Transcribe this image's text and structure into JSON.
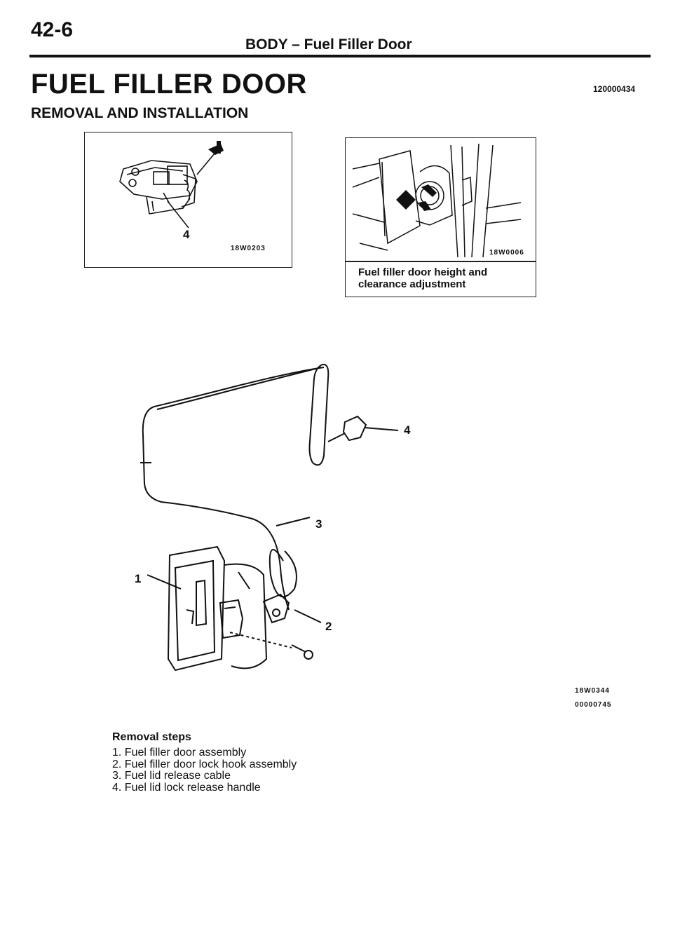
{
  "header": {
    "page_number": "42-6",
    "title": "BODY – Fuel Filler Door"
  },
  "section": {
    "title": "FUEL FILLER DOOR",
    "doc_code": "120000434",
    "subtitle": "REMOVAL AND INSTALLATION"
  },
  "figures": {
    "left": {
      "code": "18W0203",
      "callout": "4"
    },
    "right": {
      "code": "18W0006",
      "caption_line1": "Fuel filler door height and",
      "caption_line2": "clearance adjustment"
    },
    "main": {
      "code1": "18W0344",
      "code2": "00000745",
      "callouts": [
        "1",
        "2",
        "3",
        "4"
      ]
    }
  },
  "removal_steps": {
    "heading": "Removal steps",
    "items": [
      "1. Fuel filler door assembly",
      "2. Fuel filler door lock hook assembly",
      "3. Fuel lid release cable",
      "4. Fuel lid lock release handle"
    ]
  },
  "icons": [
    "hook-illustration",
    "filler-door-illustration",
    "cable-assembly-illustration"
  ]
}
